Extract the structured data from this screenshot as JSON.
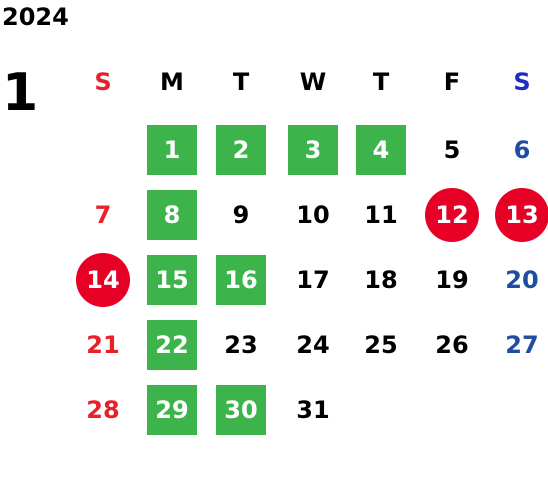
{
  "calendar": {
    "year": "2024",
    "month": "1",
    "weekdays": [
      "S",
      "M",
      "T",
      "W",
      "T",
      "F",
      "S"
    ],
    "weekday_colors": [
      "#e8202a",
      "#000000",
      "#000000",
      "#000000",
      "#000000",
      "#000000",
      "#1f2ec2"
    ],
    "colors": {
      "default_text": "#000000",
      "sunday_text": "#e8202a",
      "saturday_text": "#1f4ea0",
      "highlight_bg": "#3cb44b",
      "holiday_bg": "#e60026",
      "highlight_text": "#ffffff"
    },
    "weeks": [
      [
        {
          "day": ""
        },
        {
          "day": "1",
          "style": "square"
        },
        {
          "day": "2",
          "style": "square"
        },
        {
          "day": "3",
          "style": "square"
        },
        {
          "day": "4",
          "style": "square"
        },
        {
          "day": "5"
        },
        {
          "day": "6",
          "style": "saturday"
        }
      ],
      [
        {
          "day": "7",
          "style": "sunday"
        },
        {
          "day": "8",
          "style": "square"
        },
        {
          "day": "9"
        },
        {
          "day": "10"
        },
        {
          "day": "11"
        },
        {
          "day": "12",
          "style": "circle"
        },
        {
          "day": "13",
          "style": "circle"
        }
      ],
      [
        {
          "day": "14",
          "style": "circle"
        },
        {
          "day": "15",
          "style": "square"
        },
        {
          "day": "16",
          "style": "square"
        },
        {
          "day": "17"
        },
        {
          "day": "18"
        },
        {
          "day": "19"
        },
        {
          "day": "20",
          "style": "saturday"
        }
      ],
      [
        {
          "day": "21",
          "style": "sunday"
        },
        {
          "day": "22",
          "style": "square"
        },
        {
          "day": "23"
        },
        {
          "day": "24"
        },
        {
          "day": "25"
        },
        {
          "day": "26"
        },
        {
          "day": "27",
          "style": "saturday"
        }
      ],
      [
        {
          "day": "28",
          "style": "sunday"
        },
        {
          "day": "29",
          "style": "square"
        },
        {
          "day": "30",
          "style": "square"
        },
        {
          "day": "31"
        },
        {
          "day": ""
        },
        {
          "day": ""
        },
        {
          "day": ""
        }
      ]
    ]
  }
}
